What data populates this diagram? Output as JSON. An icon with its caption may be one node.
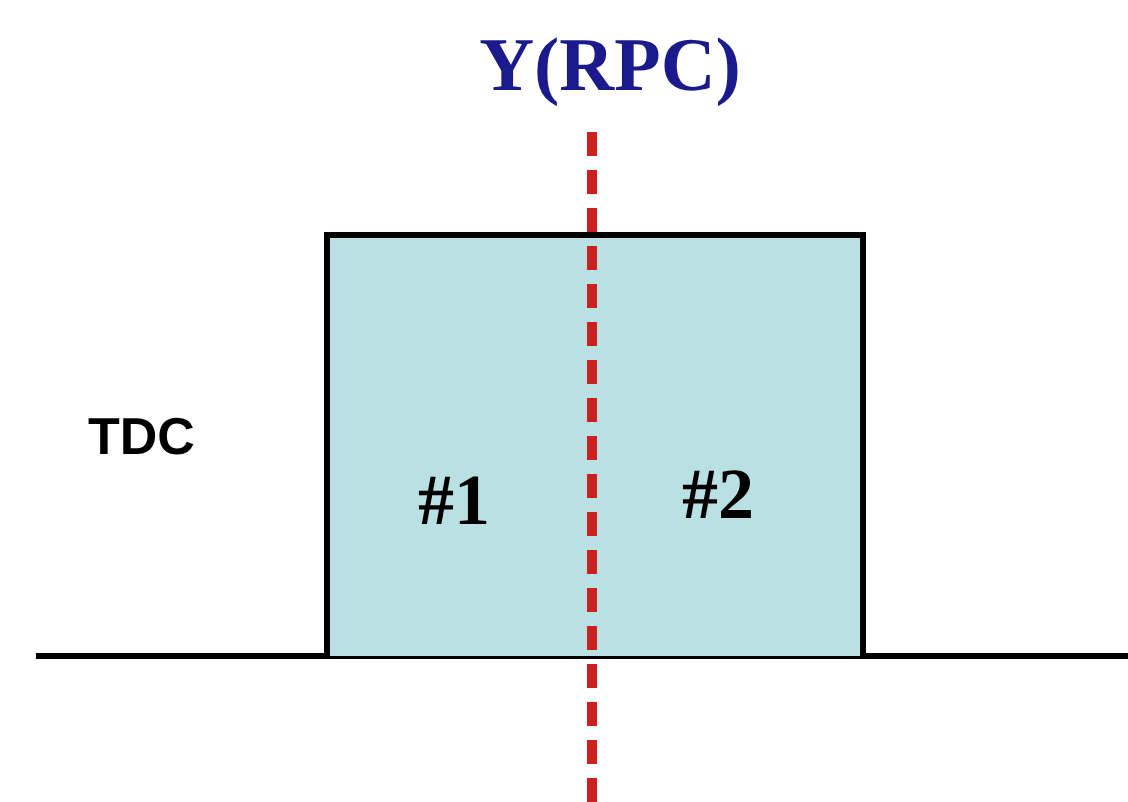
{
  "diagram": {
    "nodes": [
      {
        "text": [
          "#1",
          "#2"
        ]
      }
    ],
    "labels": [
      "Y(RPC)",
      "TDC"
    ]
  }
}
